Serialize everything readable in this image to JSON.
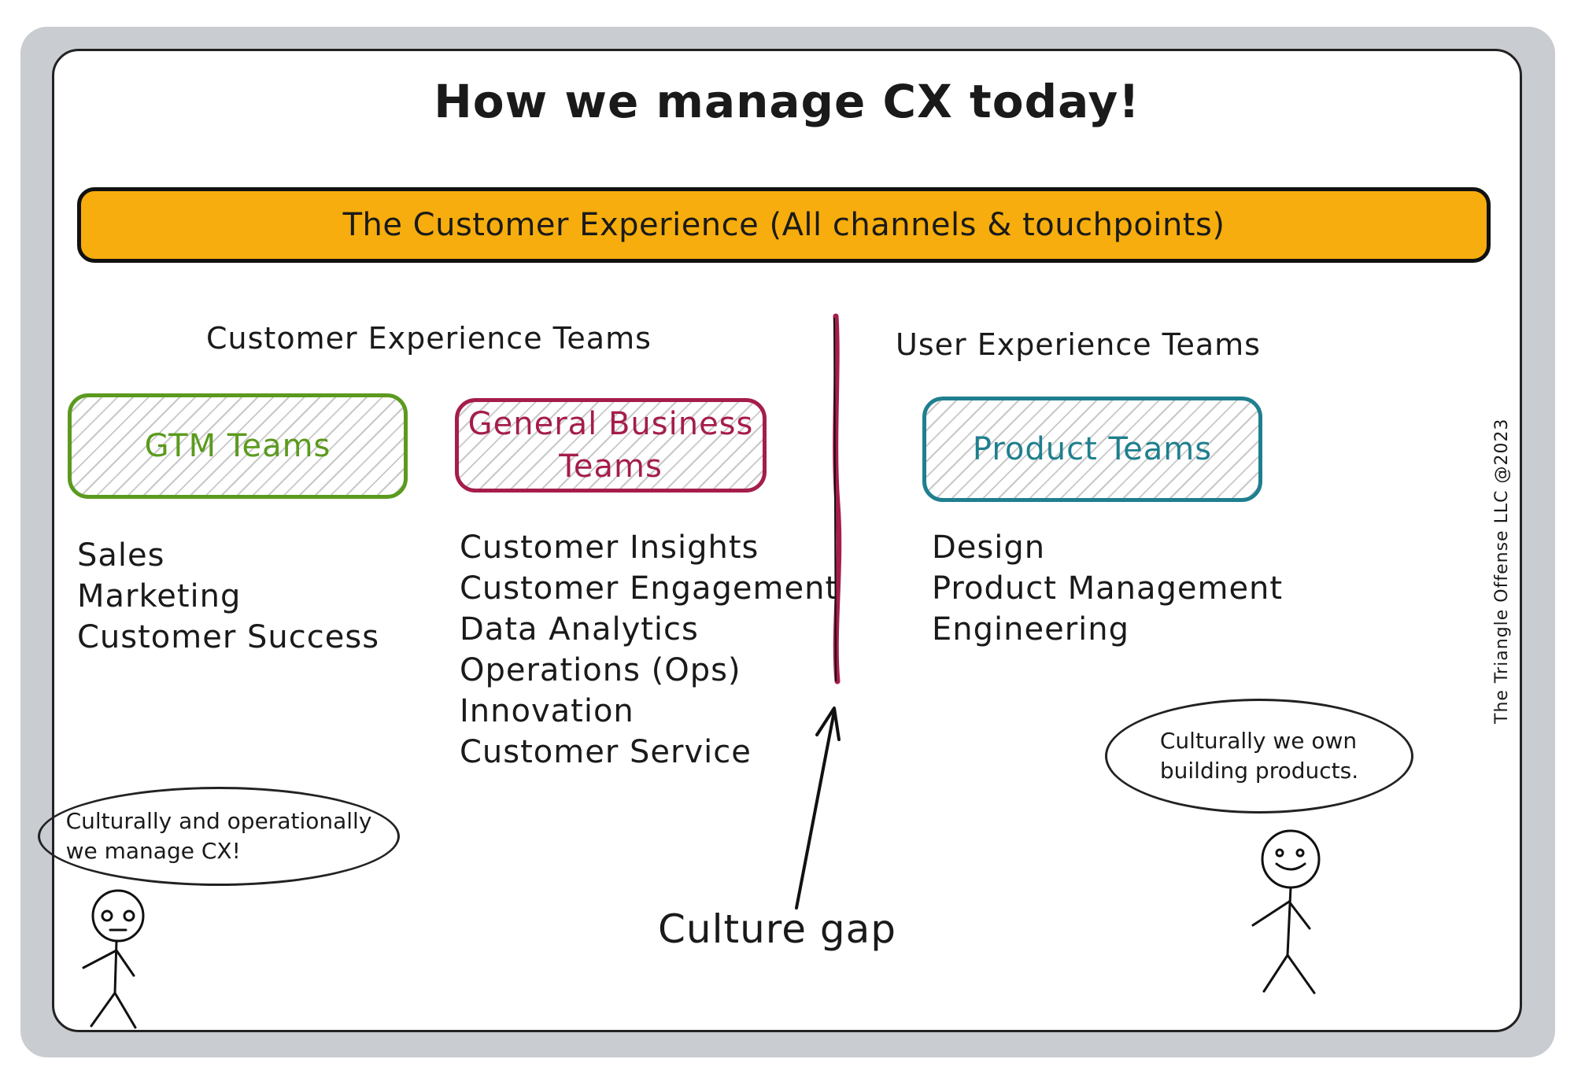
{
  "title": "How we manage CX today!",
  "cx_bar": {
    "label": "The Customer Experience (All channels & touchpoints)",
    "color": "#f7ad0d"
  },
  "left_section": {
    "heading": "Customer Experience Teams",
    "gtm": {
      "label": "GTM Teams",
      "color": "#5b9a1e",
      "items": [
        "Sales",
        "Marketing",
        "Customer Success"
      ]
    },
    "general_business": {
      "label_line1": "General Business",
      "label_line2": "Teams",
      "color": "#a51d4a",
      "items": [
        "Customer Insights",
        "Customer Engagement",
        "Data Analytics",
        "Operations (Ops)",
        "Innovation",
        "Customer Service"
      ]
    },
    "speech": {
      "line1": "Culturally and operationally",
      "line2": "we manage CX!"
    }
  },
  "right_section": {
    "heading": "User Experience Teams",
    "product": {
      "label": "Product Teams",
      "color": "#1f7f8e",
      "items": [
        "Design",
        "Product Management",
        "Engineering"
      ]
    },
    "speech": {
      "line1": "Culturally we own",
      "line2": "building products."
    }
  },
  "divider_color": "#a51d4a",
  "culture_gap": "Culture gap",
  "copyright": "The Triangle Offense LLC @2023"
}
